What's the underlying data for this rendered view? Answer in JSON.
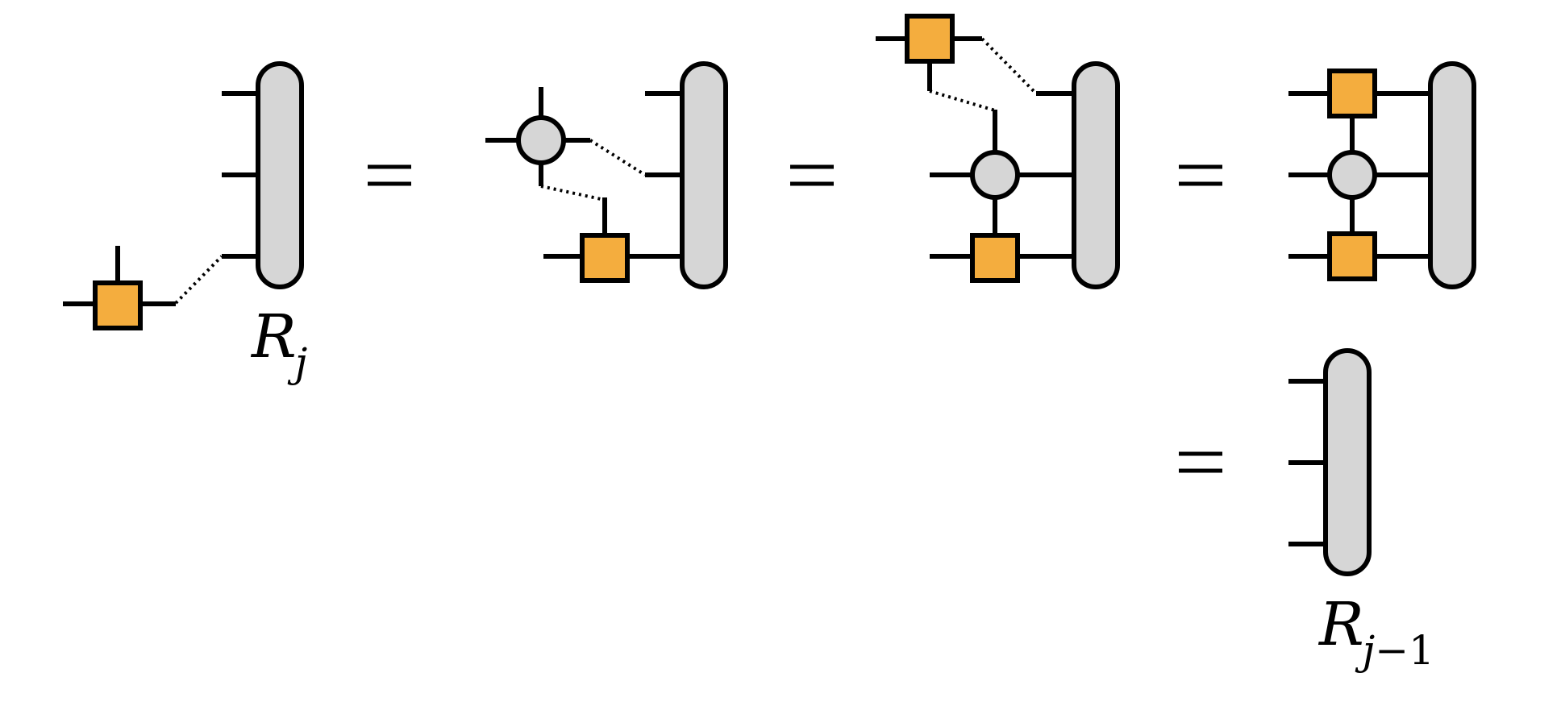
{
  "labels": {
    "r_j_base": "R",
    "r_j_sub": "j",
    "r_j1_base": "R",
    "r_j1_sub_j": "j",
    "r_j1_sub_rest": "−1"
  },
  "colors": {
    "square_fill": "#f4ad3e",
    "node_fill": "#d6d6d6",
    "stroke": "#000000"
  }
}
